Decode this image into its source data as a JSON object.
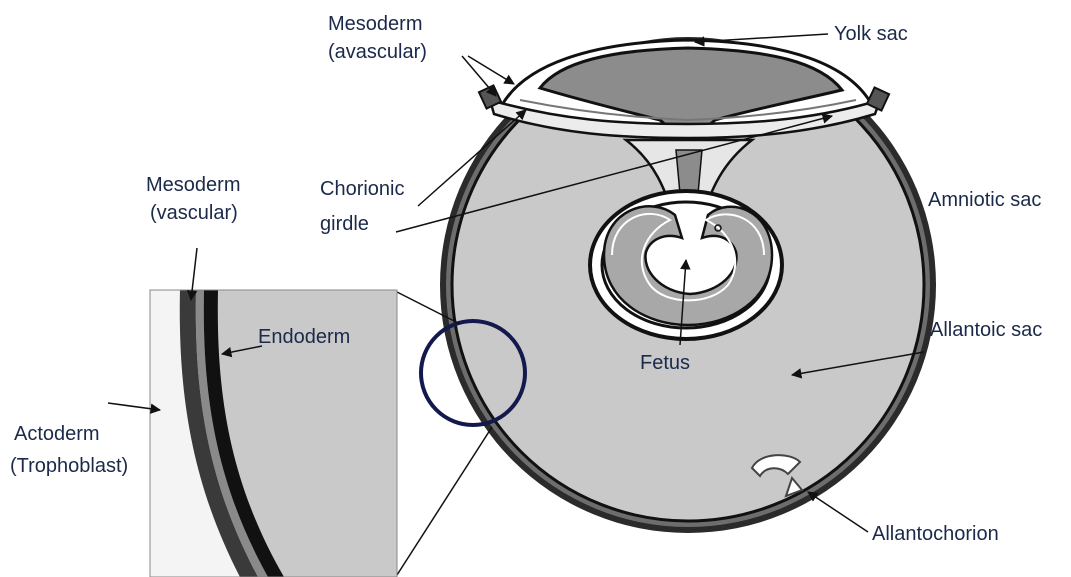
{
  "labels": {
    "mesoderm_avascular_1": "Mesoderm",
    "mesoderm_avascular_2": "(avascular)",
    "yolk_sac": "Yolk sac",
    "mesoderm_vascular_1": "Mesoderm",
    "mesoderm_vascular_2": "(vascular)",
    "chorionic_girdle_1": "Chorionic",
    "chorionic_girdle_2": "girdle",
    "amniotic_sac": "Amniotic sac",
    "endoderm": "Endoderm",
    "allantoic_sac": "Allantoic sac",
    "fetus": "Fetus",
    "actoderm_1": "Actoderm",
    "actoderm_2": "(Trophoblast)",
    "allantochorion": "Allantochorion"
  },
  "colors": {
    "label_text": "#1b2a4a",
    "fill_light_gray": "#c9c9c9",
    "fill_mid_gray": "#8c8c8c",
    "outline": "#111111",
    "magnifier_ring": "#14194d"
  }
}
